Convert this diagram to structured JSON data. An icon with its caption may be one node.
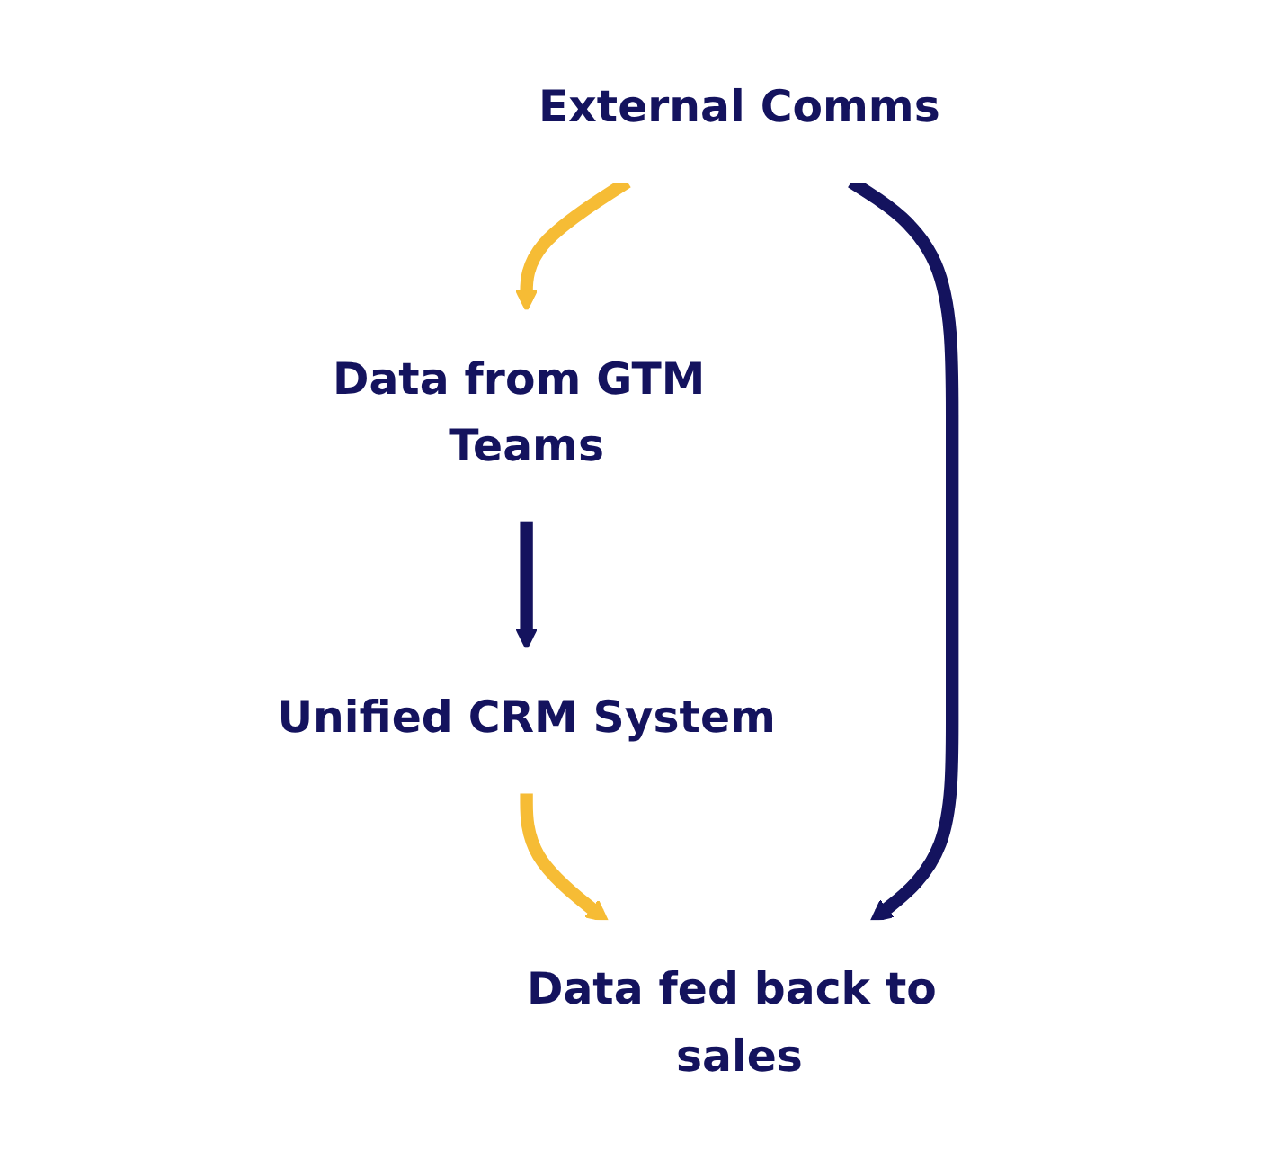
{
  "diagram": {
    "nodes": [
      {
        "text": [
          "Data from GTM Teams"
        ]
      },
      {
        "text": [
          "External Comms"
        ]
      },
      {
        "text": [
          "Unified CRM System"
        ]
      },
      {
        "text": [
          "Data fed back to sales"
        ]
      }
    ],
    "edges": [
      {
        "from": 1,
        "to": 0,
        "arrow": "to",
        "color": "#f6bc35"
      },
      {
        "from": 0,
        "to": 2,
        "arrow": "to",
        "color": "#14135e"
      },
      {
        "from": 2,
        "to": 3,
        "arrow": "to",
        "color": "#f6bc35"
      },
      {
        "from": 1,
        "to": 3,
        "arrow": "to",
        "color": "#14135e"
      }
    ]
  }
}
